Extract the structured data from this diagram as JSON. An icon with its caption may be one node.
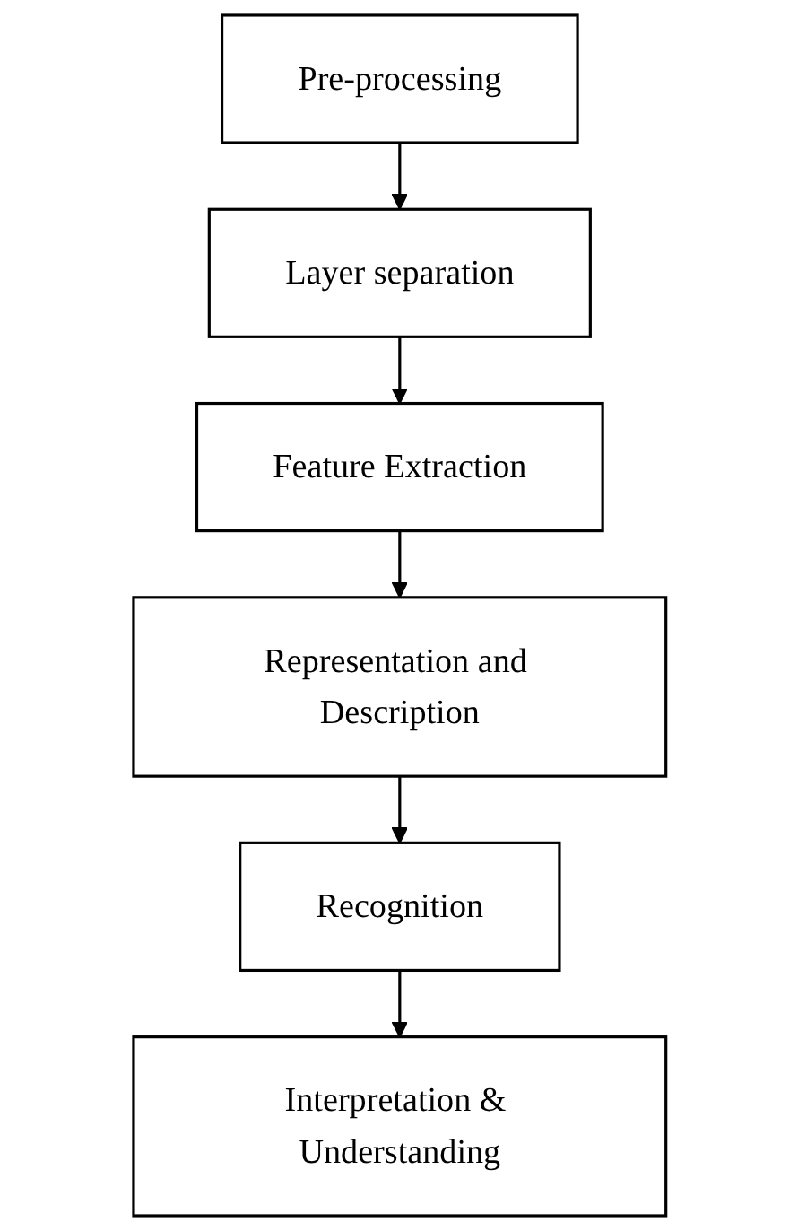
{
  "diagram": {
    "nodes": [
      {
        "text": [
          "Pre-processing"
        ]
      },
      {
        "text": [
          "Layer separation"
        ]
      },
      {
        "text": [
          "Feature Extraction"
        ]
      },
      {
        "text": [
          "Representation and Description"
        ]
      },
      {
        "text": [
          "Recognition"
        ]
      },
      {
        "text": [
          "Interpretation & Understanding"
        ]
      }
    ],
    "edges": [
      {
        "from": 0,
        "to": 1,
        "arrow": "to"
      },
      {
        "from": 1,
        "to": 2,
        "arrow": "to"
      },
      {
        "from": 2,
        "to": 3,
        "arrow": "to"
      },
      {
        "from": 3,
        "to": 4,
        "arrow": "to"
      },
      {
        "from": 4,
        "to": 5,
        "arrow": "to"
      }
    ]
  }
}
